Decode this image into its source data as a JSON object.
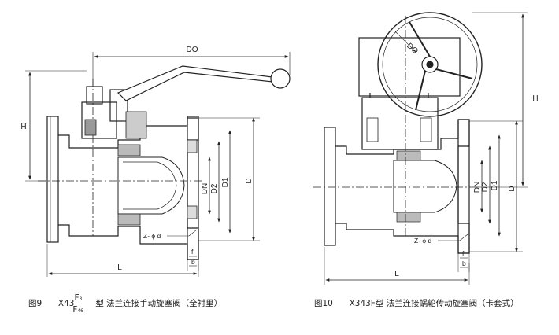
{
  "figure_left": {
    "caption": {
      "fig_no": "图9",
      "model_prefix": "X43",
      "sup": "F",
      "sup_sub": "3",
      "sub": "F",
      "sub_sub": "46",
      "title": "型 法兰连接手动旋塞阀（全衬里）"
    },
    "labels": {
      "do": "DO",
      "h": "H",
      "dn": "DN",
      "d2": "D2",
      "d1": "D1",
      "d": "D",
      "z_phi_d": "Z- ϕ d",
      "f": "f",
      "b": "b",
      "l": "L"
    }
  },
  "figure_right": {
    "caption": {
      "fig_no": "图10",
      "model": "X343F型",
      "title": "法兰连接蜗轮传动旋塞阀（卡套式）"
    },
    "labels": {
      "do": "DO",
      "h": "H",
      "dn": "DN",
      "d2": "D2",
      "d1": "D1",
      "d": "D",
      "z_phi_d": "Z- ϕ d",
      "f": "f",
      "b": "b",
      "l": "L"
    }
  },
  "colors": {
    "line": "#222222",
    "background": "#ffffff"
  }
}
